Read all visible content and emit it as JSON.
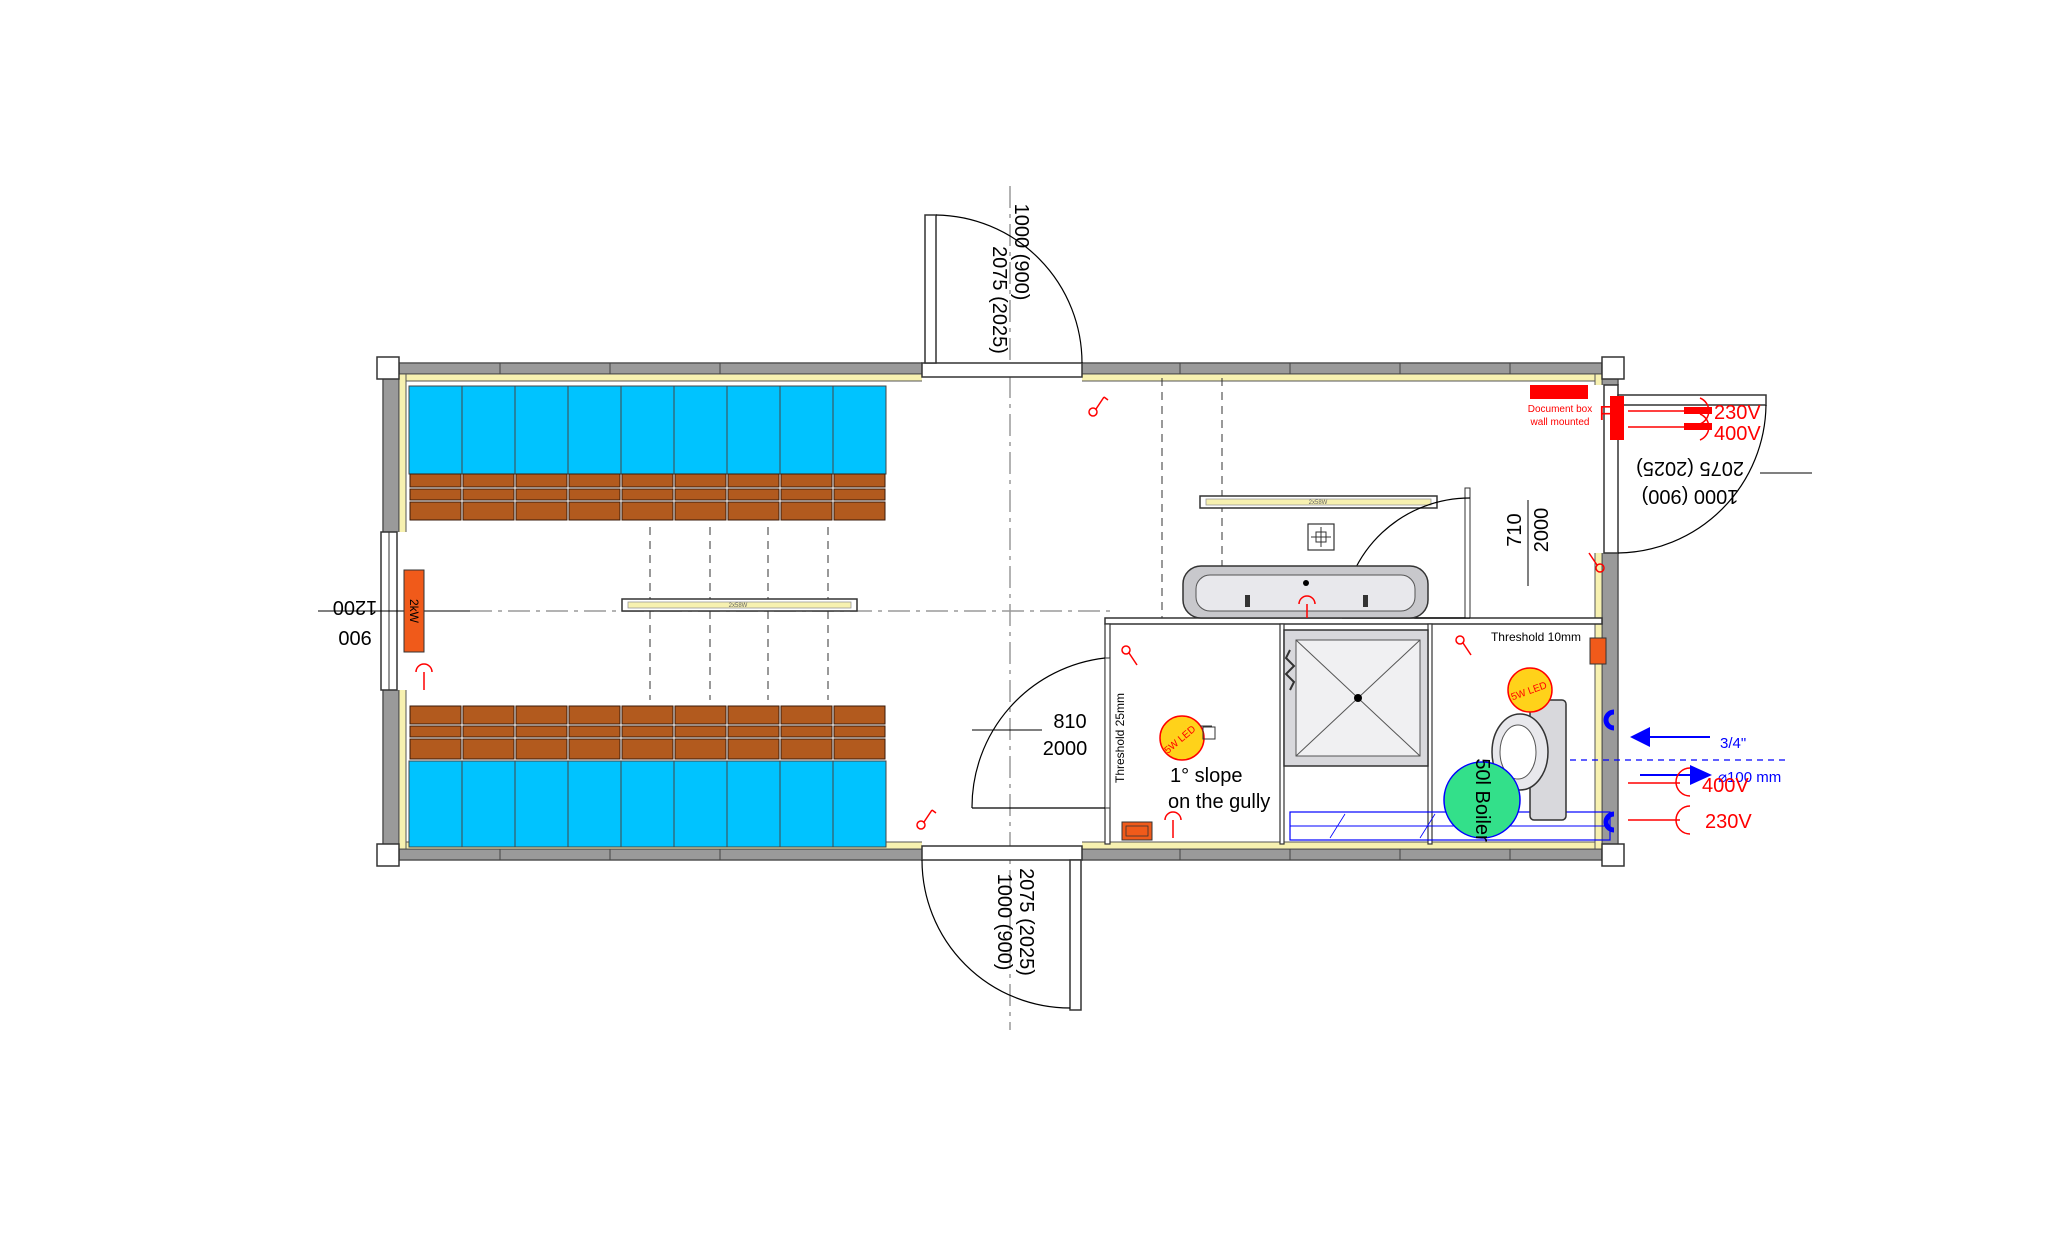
{
  "colors": {
    "wall_outer": "#8c8c8c",
    "wall_insulation": "#f7f1b0",
    "locker": "#00c3ff",
    "bench": "#b25a1e",
    "alarm": "#ffd21a",
    "heater": "#f05a1a",
    "boiler": "#33e08a",
    "red": "#ff0000",
    "blue": "#0000ff"
  },
  "locker_count_per_row": 9,
  "doors": {
    "top": {
      "width_label": "1000 (900)",
      "height_label": "2075 (2025)"
    },
    "bottom": {
      "width_label": "1000 (900)",
      "height_label": "2075 (2025)"
    },
    "right": {
      "width_label": "1000 (900)",
      "height_label": "2075 (2025)"
    },
    "shower": {
      "width_label": "810",
      "height_label": "2000",
      "threshold": "Threshold 25mm"
    },
    "wc": {
      "width_label": "710",
      "height_label": "2000",
      "threshold": "Threshold 10mm"
    }
  },
  "window": {
    "width_label": "1200",
    "height_label": "900"
  },
  "heater": {
    "label": "2kW"
  },
  "alarms": {
    "label": "5W LED"
  },
  "shower_note": {
    "line1": "1° slope",
    "line2": "on the gully"
  },
  "boiler": {
    "label": "50l Boiler"
  },
  "fuse_box": {
    "label": "FB",
    "note_line1": "Document box",
    "note_line2": "wall mounted"
  },
  "power": {
    "v230": "230V",
    "v400": "400V"
  },
  "water": {
    "supply": "3/4\"",
    "drain": "⌀100 mm"
  },
  "light_fixtures": {
    "label": "2x58W"
  }
}
